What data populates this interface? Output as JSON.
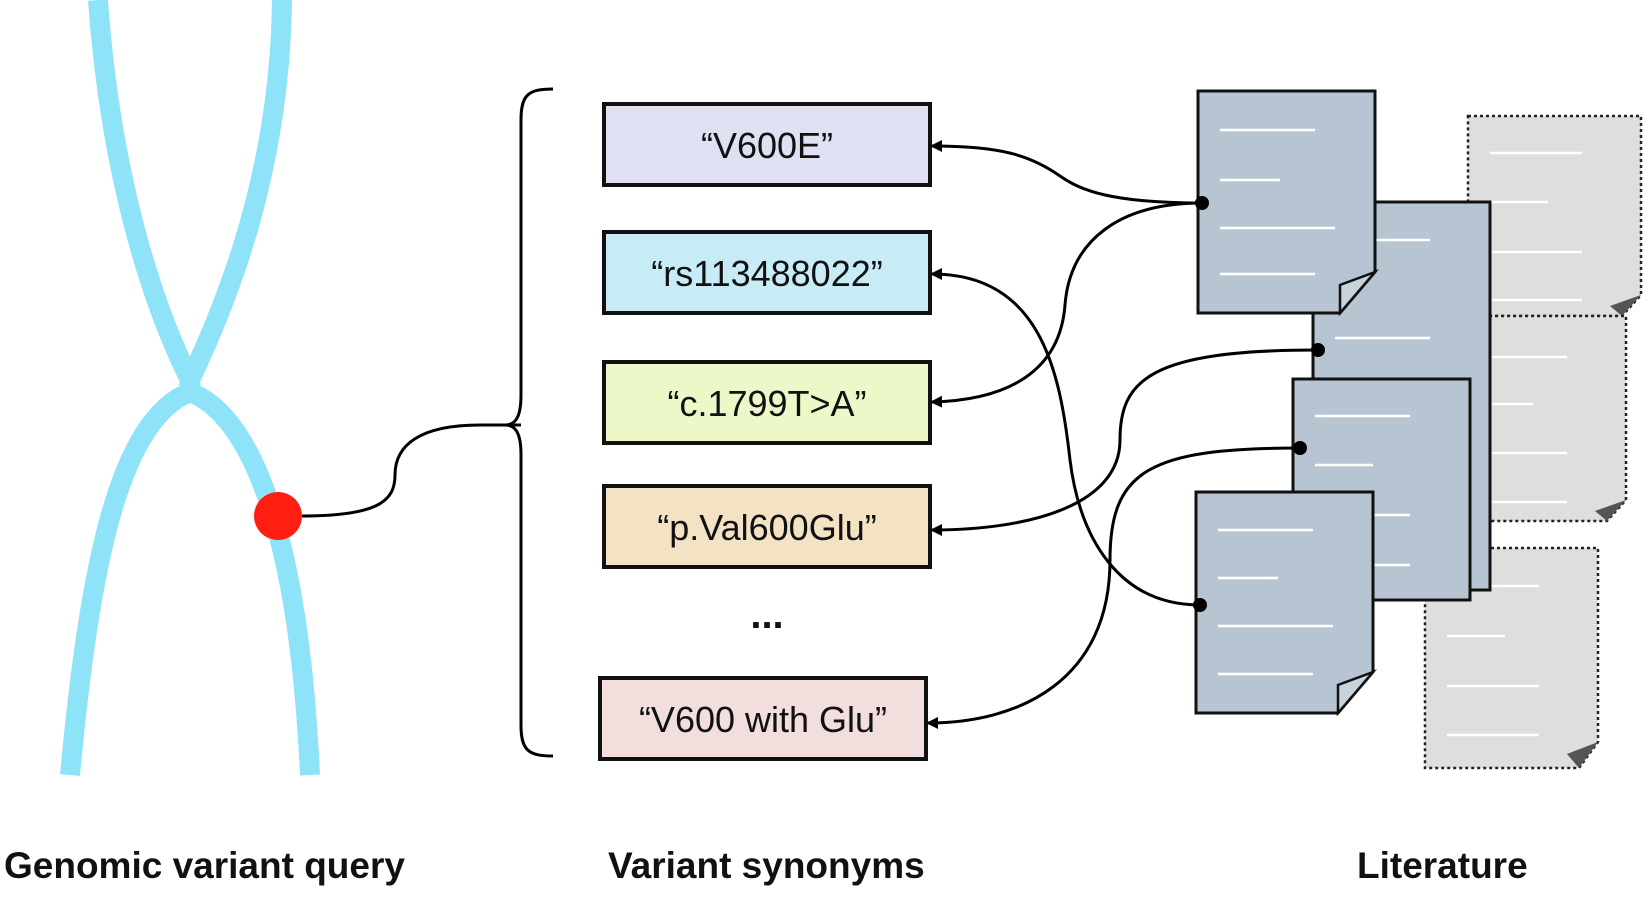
{
  "captions": {
    "query": "Genomic variant query",
    "synonyms": "Variant synonyms",
    "literature": "Literature"
  },
  "synonyms": [
    {
      "label": "“V600E”",
      "fill": "#dfe1f3"
    },
    {
      "label": "“rs113488022”",
      "fill": "#c8ecf6"
    },
    {
      "label": "“c.1799T>A”",
      "fill": "#ecf8c7"
    },
    {
      "label": "“p.Val600Glu”",
      "fill": "#f3e2c3"
    },
    {
      "label": "“V600 with Glu”",
      "fill": "#f3dede"
    }
  ],
  "ellipsis": "...",
  "colors": {
    "chromosome": "#8fe3f8",
    "variant_marker": "#ff1e0f",
    "document_found": "#b7c5d2",
    "document_other": "#dedede",
    "line": "#000000"
  }
}
